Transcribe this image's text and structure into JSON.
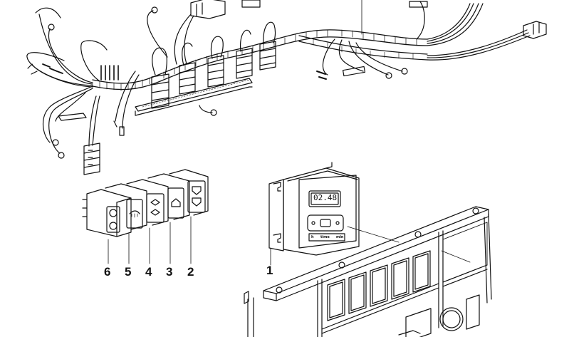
{
  "diagram": {
    "type": "exploded-parts-diagram",
    "subject": "Wiring harness, console switches, clock module and center console trim panel",
    "colors": {
      "line": "#111111",
      "background": "#ffffff"
    }
  },
  "callouts": [
    {
      "number": "1",
      "part": "clock-module"
    },
    {
      "number": "2",
      "part": "switch-2"
    },
    {
      "number": "3",
      "part": "switch-3"
    },
    {
      "number": "4",
      "part": "switch-4"
    },
    {
      "number": "5",
      "part": "switch-5"
    },
    {
      "number": "6",
      "part": "switch-6"
    }
  ],
  "clock": {
    "display": "02.48",
    "left_label": "h",
    "center_label": "time",
    "right_label": "min"
  },
  "switches": [
    {
      "id": "6",
      "icon": "double-round-button-icon"
    },
    {
      "id": "5",
      "icon": "rear-defrost-icon"
    },
    {
      "id": "4",
      "icon": "arrows-up-down-icon"
    },
    {
      "id": "3",
      "icon": "house-arrow-icon"
    },
    {
      "id": "2",
      "icon": "double-arrow-down-icon"
    }
  ]
}
